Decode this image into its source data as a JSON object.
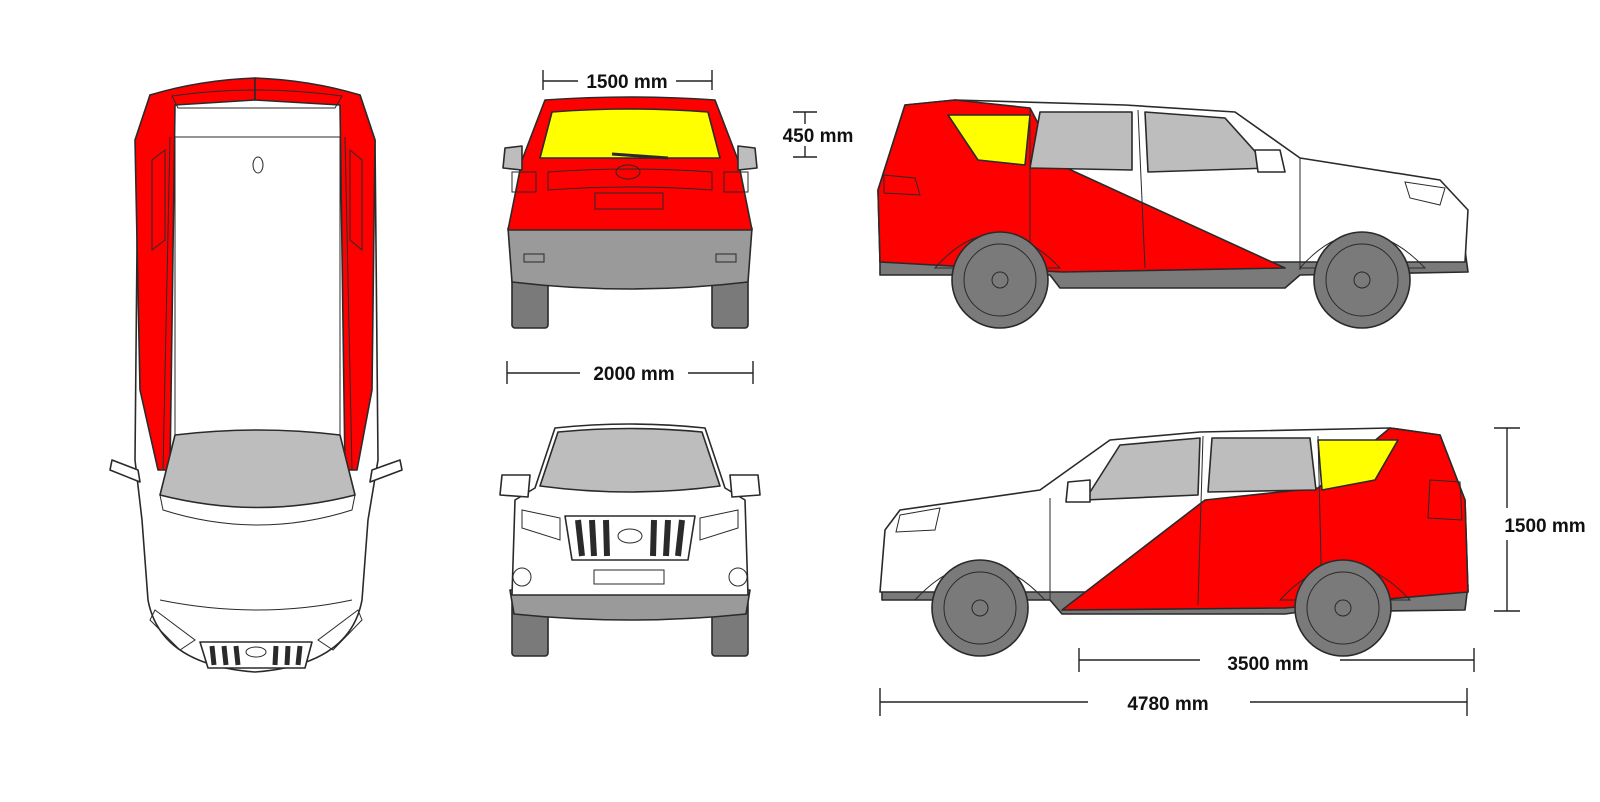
{
  "dimensions": {
    "rear_window_width": "1500 mm",
    "rear_window_height": "450 mm",
    "overall_width": "2000 mm",
    "overall_height": "1500 mm",
    "wheelbase": "3500 mm",
    "overall_length": "4780 mm"
  },
  "views": {
    "top": "top-view",
    "rear": "rear-view",
    "front": "front-view",
    "side_left": "side-view-left",
    "side_right": "side-view-right"
  },
  "colors": {
    "livery_red": "#ff0000",
    "window_yellow": "#ffff00",
    "glass_grey": "#bdbdbd",
    "trim_grey": "#7a7a7a",
    "body_white": "#ffffff"
  }
}
